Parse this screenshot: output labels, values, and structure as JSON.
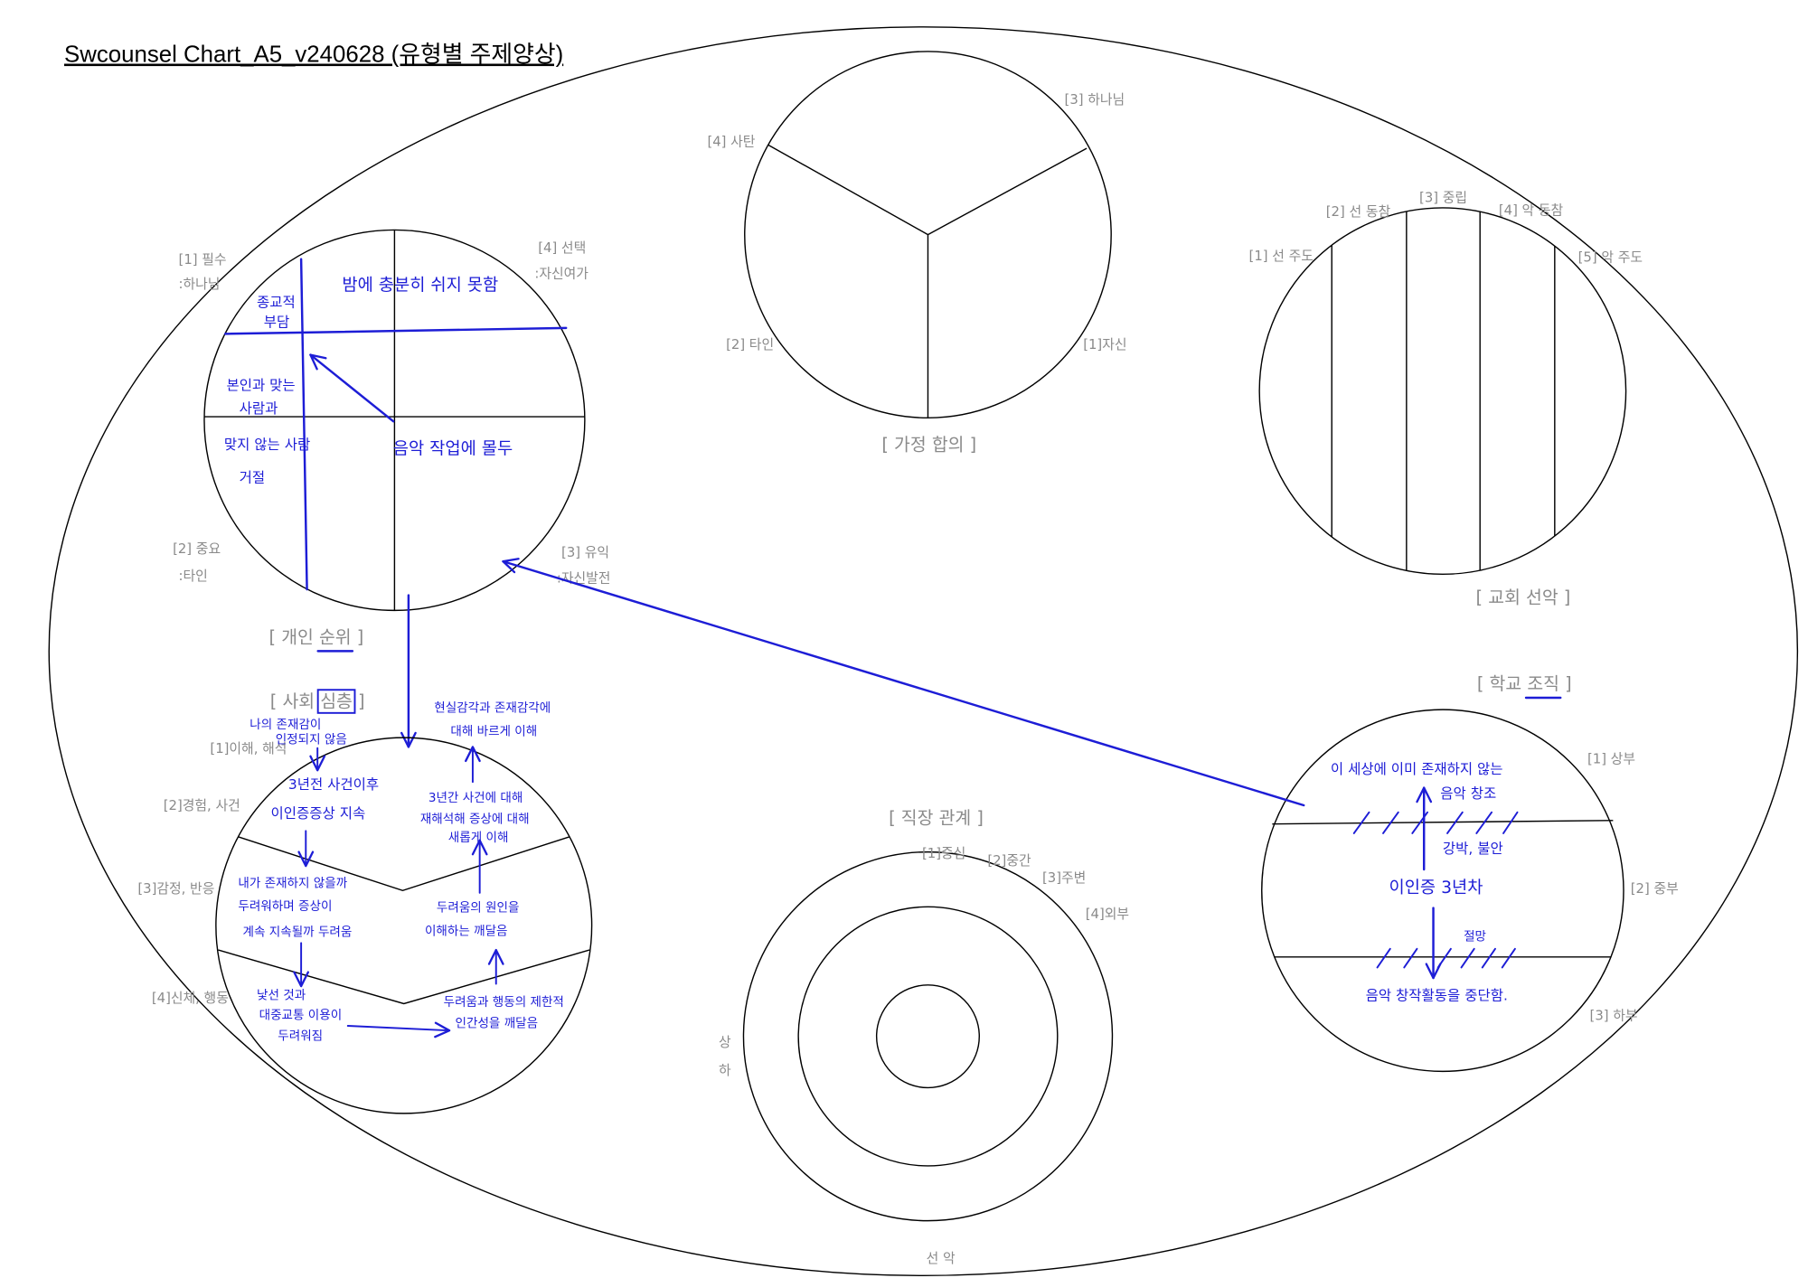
{
  "title": "Swcounsel Chart_A5_v240628 (유형별 주제양상)",
  "colors": {
    "ink": "#000000",
    "label_gray": "#8a8a8a",
    "pen_blue": "#1d1dd6"
  },
  "family": {
    "caption": "[ 가정 합의 ]",
    "label_god": "[3] 하나님",
    "label_satan": "[4] 사탄",
    "label_others": "[2] 타인",
    "label_self": "[1]자신"
  },
  "church": {
    "caption": "[ 교회 선악 ]",
    "labels": [
      "[1] 선 주도",
      "[2] 선 동참",
      "[3] 중립",
      "[4] 악 동참",
      "[5] 악 주도"
    ]
  },
  "personal": {
    "caption": {
      "open": "[ 개인",
      "key": "순위",
      "close": "]"
    },
    "labels": {
      "essential": "[1] 필수",
      "essential_sub": ":하나님",
      "optional": "[4] 선택",
      "optional_sub": ":자신여가",
      "important": "[2] 중요",
      "important_sub": ":타인",
      "beneficial": "[3] 유익",
      "beneficial_sub": ":자신발전"
    },
    "notes": {
      "religious_burden": [
        "종교적",
        "부담"
      ],
      "no_rest": "밤에 충분히 쉬지 못함",
      "fit_people": [
        "본인과 맞는",
        "사람과"
      ],
      "unfit_people": [
        "맞지 않는 사람",
        "거절"
      ],
      "music_focus": "음악 작업에 몰두"
    }
  },
  "social": {
    "caption": {
      "open": "[ 사회",
      "key": "심층",
      "close": "]"
    },
    "levels": [
      "[1]이해, 해석",
      "[2]경험, 사건",
      "[3]감정, 반응",
      "[4]신체, 행동"
    ],
    "notes": {
      "unrecognized": [
        "나의 존재감이",
        "인정되지 않음"
      ],
      "incident": "3년전 사건이후",
      "symptoms": "이인증증상 지속",
      "fear": [
        "내가 존재하지 않을까",
        "두려워하며 증상이",
        "계속 지속될까 두려움"
      ],
      "avoidance": [
        "낯선 것과",
        "대중교통 이용이",
        "두려워짐"
      ],
      "limits": [
        "두려움과 행동의 제한적",
        "인간성을 깨달음"
      ],
      "cause_insight": [
        "두려움의 원인을",
        "이해하는 깨달음"
      ],
      "reinterpretation": [
        "3년간 사건에 대해",
        "재해석해 증상에 대해",
        "새롭게 이해"
      ],
      "reality_sense": [
        "현실감각과 존재감각에",
        "대해 바르게 이해"
      ]
    }
  },
  "work": {
    "caption": "[ 직장 관계 ]",
    "rings": [
      "[1]중심",
      "[2]중간",
      "[3]주변",
      "[4]외부"
    ],
    "axis_upper": "상",
    "axis_lower": "하",
    "axis_bottom": "선 악"
  },
  "school": {
    "caption": {
      "open": "[ 학교",
      "key": "조직",
      "close": "]"
    },
    "levels": [
      "[1] 상부",
      "[2] 중부",
      "[3] 하부"
    ],
    "notes": {
      "creation": [
        "이 세상에 이미 존재하지 않는",
        "음악 창조"
      ],
      "anxiety": "강박, 불안",
      "depersonalization": "이인증 3년차",
      "despair": "절망",
      "stopped": "음악 창작활동을 중단함."
    }
  }
}
